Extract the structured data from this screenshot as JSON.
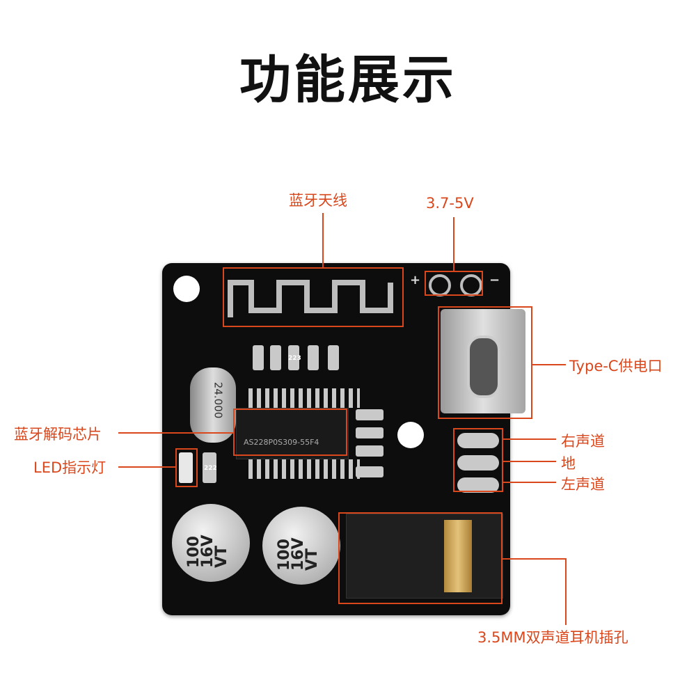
{
  "title": "功能展示",
  "labels": {
    "antenna": "蓝牙天线",
    "voltage": "3.7-5V",
    "typec": "Type-C供电口",
    "decoder": "蓝牙解码芯片",
    "led": "LED指示灯",
    "right_channel": "右声道",
    "ground": "地",
    "left_channel": "左声道",
    "jack": "3.5MM双声道耳机插孔"
  },
  "board": {
    "plus": "+",
    "minus": "−",
    "crystal": "24.000",
    "chip": "AS228P0S309-55F4",
    "cap_value": "100",
    "cap_volt": "16V",
    "cap_series": "VT",
    "res_code": "223",
    "res_code2": "222"
  },
  "colors": {
    "accent": "#d9471c",
    "board": "#0d0d0e",
    "silk": "#dddddd"
  }
}
